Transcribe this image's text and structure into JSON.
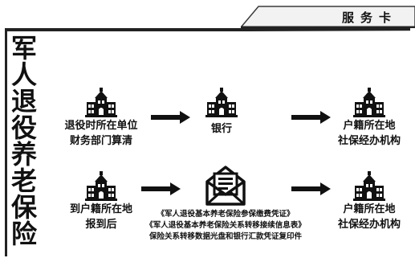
{
  "tab": {
    "label": "服务卡"
  },
  "title": {
    "chars": [
      "军",
      "人",
      "退",
      "役",
      "养",
      "老",
      "保",
      "险"
    ]
  },
  "row1": {
    "node1": {
      "line1": "退役时所在单位",
      "line2": "财务部门算清",
      "icon": "building-icon"
    },
    "node2": {
      "line1": "银行",
      "icon": "building-icon"
    },
    "node3": {
      "line1": "户籍所在地",
      "line2": "社保经办机构",
      "icon": "building-icon"
    }
  },
  "row2": {
    "node1": {
      "line1": "到户籍所在地",
      "line2": "报到后",
      "icon": "building-icon"
    },
    "node2": {
      "line1": "《军人退役基本养老保险参保缴费凭证》",
      "line2": "《军人退役基本养老保险关系转移接续信息表》",
      "line3": "保险关系转移数据光盘和银行汇款凭证复印件",
      "icon": "envelope-document-icon"
    },
    "node3": {
      "line1": "户籍所在地",
      "line2": "社保经办机构",
      "icon": "building-icon"
    }
  },
  "colors": {
    "ink": "#111111",
    "frame": "#222222",
    "tab": "#3a3a3a"
  }
}
